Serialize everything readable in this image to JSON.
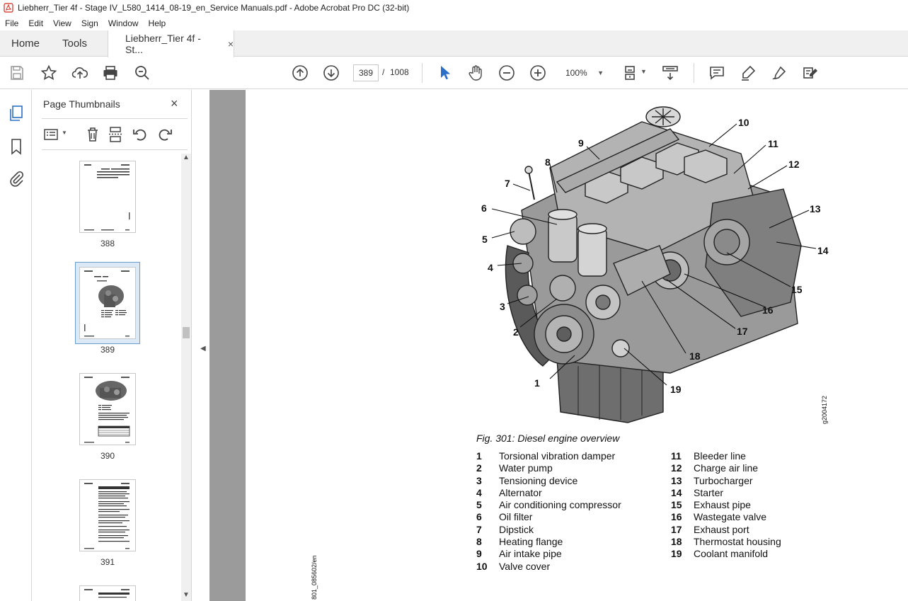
{
  "window": {
    "title": "Liebherr_Tier 4f - Stage IV_L580_1414_08-19_en_Service Manuals.pdf - Adobe Acrobat Pro DC (32-bit)"
  },
  "menu": [
    "File",
    "Edit",
    "View",
    "Sign",
    "Window",
    "Help"
  ],
  "tabs": {
    "home": "Home",
    "tools": "Tools",
    "document": "Liebherr_Tier 4f - St...",
    "close": "×"
  },
  "toolbar": {
    "current_page": "389",
    "separator": "/",
    "total_pages": "1008",
    "zoom": "100%"
  },
  "panel": {
    "title": "Page Thumbnails",
    "close": "×",
    "thumbnails": [
      {
        "label": "388",
        "selected": false
      },
      {
        "label": "389",
        "selected": true
      },
      {
        "label": "390",
        "selected": false
      },
      {
        "label": "391",
        "selected": false
      }
    ]
  },
  "document": {
    "caption": "Fig. 301: Diesel engine overview",
    "figure_code": "g2004172",
    "side_code": "801_085602/en",
    "callouts": [
      "1",
      "2",
      "3",
      "4",
      "5",
      "6",
      "7",
      "8",
      "9",
      "10",
      "11",
      "12",
      "13",
      "14",
      "15",
      "16",
      "17",
      "18",
      "19"
    ],
    "legend_left": [
      {
        "num": "1",
        "label": "Torsional vibration damper"
      },
      {
        "num": "2",
        "label": "Water pump"
      },
      {
        "num": "3",
        "label": "Tensioning device"
      },
      {
        "num": "4",
        "label": "Alternator"
      },
      {
        "num": "5",
        "label": "Air conditioning compressor"
      },
      {
        "num": "6",
        "label": "Oil filter"
      },
      {
        "num": "7",
        "label": "Dipstick"
      },
      {
        "num": "8",
        "label": "Heating flange"
      },
      {
        "num": "9",
        "label": "Air intake pipe"
      },
      {
        "num": "10",
        "label": "Valve cover"
      }
    ],
    "legend_right": [
      {
        "num": "11",
        "label": "Bleeder line"
      },
      {
        "num": "12",
        "label": "Charge air line"
      },
      {
        "num": "13",
        "label": "Turbocharger"
      },
      {
        "num": "14",
        "label": "Starter"
      },
      {
        "num": "15",
        "label": "Exhaust pipe"
      },
      {
        "num": "16",
        "label": "Wastegate valve"
      },
      {
        "num": "17",
        "label": "Exhaust port"
      },
      {
        "num": "18",
        "label": "Thermostat housing"
      },
      {
        "num": "19",
        "label": "Coolant manifold"
      }
    ]
  },
  "colors": {
    "accent": "#2c6fc8",
    "pdf_red": "#d4271b",
    "viewer_bg": "#9b9b9b"
  }
}
